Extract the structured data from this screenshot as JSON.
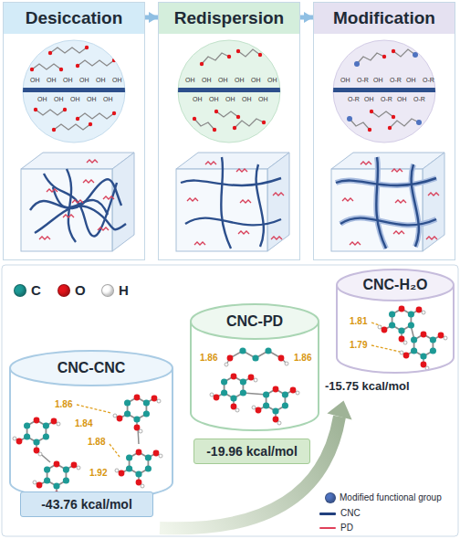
{
  "diagram": {
    "nodes": [
      {
        "text": [
          "Desiccation"
        ]
      },
      {
        "text": [
          "Redispersion"
        ]
      },
      {
        "text": [
          "Modification"
        ]
      },
      {
        "text": [
          "CNC-CNC"
        ]
      },
      {
        "text": [
          "-43.76 kcal/mol"
        ]
      },
      {
        "text": [
          "CNC-PD"
        ]
      },
      {
        "text": [
          "-19.96 kcal/mol"
        ]
      },
      {
        "text": [
          "CNC-H₂O"
        ]
      }
    ],
    "edges": [
      {
        "from": 0,
        "to": 1,
        "arrow": "to"
      },
      {
        "from": 1,
        "to": 2,
        "arrow": "to"
      }
    ],
    "labels": [
      "OH",
      "OH",
      "OH",
      "OH",
      "OH",
      "OH",
      "OH",
      "OH",
      "OH",
      "OH",
      "OH",
      "OH",
      "OH",
      "OH",
      "OH",
      "OH",
      "OH",
      "OH",
      "OH",
      "OH",
      "OH",
      "OH",
      "OH",
      "O-R",
      "OH",
      "O-R",
      "OH",
      "O-R",
      "O-R",
      "OH",
      "O-R",
      "OH",
      "O-R",
      "1.86",
      "1.84",
      "1.88",
      "1.92",
      "1.86",
      "1.86",
      "1.81",
      "1.79",
      "-15.75 kcal/mol"
    ],
    "legend": [
      {
        "text": "C",
        "color": "#1d9a96"
      },
      {
        "text": "O",
        "color": "#e3141b"
      },
      {
        "text": "H",
        "color": "#ffffff"
      },
      {
        "text": "Modified functional group",
        "color": "#4f73c0"
      },
      {
        "text": "CNC"
      },
      {
        "text": "PD"
      }
    ]
  }
}
